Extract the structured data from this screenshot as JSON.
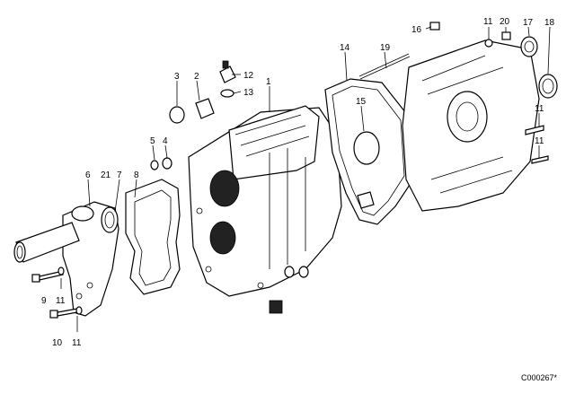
{
  "diagram": {
    "callouts": [
      {
        "id": "c1",
        "text": "1"
      },
      {
        "id": "c2",
        "text": "2"
      },
      {
        "id": "c3",
        "text": "3"
      },
      {
        "id": "c4",
        "text": "4"
      },
      {
        "id": "c5",
        "text": "5"
      },
      {
        "id": "c6",
        "text": "6"
      },
      {
        "id": "c7",
        "text": "7"
      },
      {
        "id": "c8",
        "text": "8"
      },
      {
        "id": "c9",
        "text": "9"
      },
      {
        "id": "c10",
        "text": "10"
      },
      {
        "id": "c11a",
        "text": "11"
      },
      {
        "id": "c11b",
        "text": "11"
      },
      {
        "id": "c11c",
        "text": "11"
      },
      {
        "id": "c11d",
        "text": "11"
      },
      {
        "id": "c11e",
        "text": "11"
      },
      {
        "id": "c12",
        "text": "12"
      },
      {
        "id": "c13",
        "text": "13"
      },
      {
        "id": "c14",
        "text": "14"
      },
      {
        "id": "c15",
        "text": "15"
      },
      {
        "id": "c16",
        "text": "16"
      },
      {
        "id": "c17",
        "text": "17"
      },
      {
        "id": "c18",
        "text": "18"
      },
      {
        "id": "c19",
        "text": "19"
      },
      {
        "id": "c20",
        "text": "20"
      },
      {
        "id": "c21",
        "text": "21"
      }
    ],
    "catalog_code": "C000267*"
  }
}
